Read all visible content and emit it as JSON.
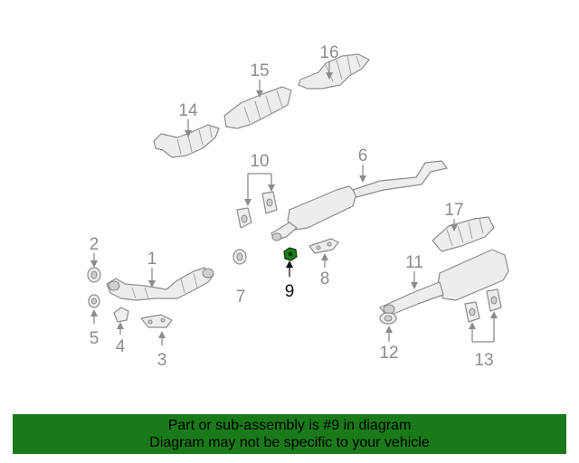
{
  "callouts": {
    "c1": "1",
    "c2": "2",
    "c3": "3",
    "c4": "4",
    "c5": "5",
    "c6": "6",
    "c7": "7",
    "c8": "8",
    "c9": "9",
    "c10": "10",
    "c11": "11",
    "c12": "12",
    "c13": "13",
    "c14": "14",
    "c15": "15",
    "c16": "16",
    "c17": "17"
  },
  "highlighted_part": "9",
  "colors": {
    "banner": "#1a7a1a",
    "highlight": "#1e7a1e",
    "line": "#8c8c8c"
  },
  "banner": {
    "line1": "Part or sub-assembly is #9 in diagram",
    "line2": "Diagram may not be specific to your vehicle"
  }
}
